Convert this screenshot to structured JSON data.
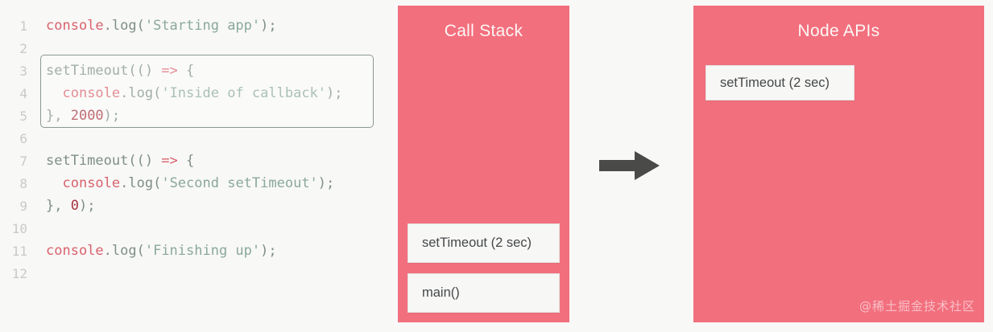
{
  "editor": {
    "lines": [
      {
        "number": "1",
        "tokens": [
          {
            "t": "console",
            "c": "tok-obj"
          },
          {
            "t": ".log(",
            "c": "tok-plain"
          },
          {
            "t": "'Starting app'",
            "c": "tok-str"
          },
          {
            "t": ");",
            "c": "tok-plain"
          }
        ]
      },
      {
        "number": "2",
        "tokens": []
      },
      {
        "number": "3",
        "tokens": [
          {
            "t": "setTimeout(() ",
            "c": "tok-plain"
          },
          {
            "t": "=>",
            "c": "tok-arrow"
          },
          {
            "t": " {",
            "c": "tok-plain"
          }
        ]
      },
      {
        "number": "4",
        "tokens": [
          {
            "t": "  ",
            "c": "tok-plain"
          },
          {
            "t": "console",
            "c": "tok-obj"
          },
          {
            "t": ".log(",
            "c": "tok-plain"
          },
          {
            "t": "'Inside of callback'",
            "c": "tok-str"
          },
          {
            "t": ");",
            "c": "tok-plain"
          }
        ]
      },
      {
        "number": "5",
        "tokens": [
          {
            "t": "}, ",
            "c": "tok-plain"
          },
          {
            "t": "2000",
            "c": "tok-num"
          },
          {
            "t": ");",
            "c": "tok-plain"
          }
        ]
      },
      {
        "number": "6",
        "tokens": []
      },
      {
        "number": "7",
        "tokens": [
          {
            "t": "setTimeout(() ",
            "c": "tok-plain"
          },
          {
            "t": "=>",
            "c": "tok-arrow"
          },
          {
            "t": " {",
            "c": "tok-plain"
          }
        ]
      },
      {
        "number": "8",
        "tokens": [
          {
            "t": "  ",
            "c": "tok-plain"
          },
          {
            "t": "console",
            "c": "tok-obj"
          },
          {
            "t": ".log(",
            "c": "tok-plain"
          },
          {
            "t": "'Second setTimeout'",
            "c": "tok-str"
          },
          {
            "t": ");",
            "c": "tok-plain"
          }
        ]
      },
      {
        "number": "9",
        "tokens": [
          {
            "t": "}, ",
            "c": "tok-plain"
          },
          {
            "t": "0",
            "c": "tok-num"
          },
          {
            "t": ");",
            "c": "tok-plain"
          }
        ]
      },
      {
        "number": "10",
        "tokens": []
      },
      {
        "number": "11",
        "tokens": [
          {
            "t": "console",
            "c": "tok-obj"
          },
          {
            "t": ".log(",
            "c": "tok-plain"
          },
          {
            "t": "'Finishing up'",
            "c": "tok-str"
          },
          {
            "t": ");",
            "c": "tok-plain"
          }
        ]
      },
      {
        "number": "12",
        "tokens": []
      }
    ],
    "highlight_lines": [
      3,
      4,
      5
    ]
  },
  "call_stack": {
    "title": "Call Stack",
    "frames": [
      {
        "label": "setTimeout (2 sec)"
      },
      {
        "label": "main()"
      }
    ]
  },
  "node_apis": {
    "title": "Node APIs",
    "frames": [
      {
        "label": "setTimeout (2 sec)"
      }
    ]
  },
  "arrow": {
    "direction": "right",
    "color": "#4a4a48"
  },
  "watermark": {
    "text": "@稀土掘金技术社区"
  },
  "colors": {
    "panel_bg": "#f26f7e",
    "page_bg": "#f8f8f7",
    "frame_bg": "#f7f7f5",
    "token_object": "#d9626b",
    "token_string": "#8aa89b",
    "token_number": "#a8343f",
    "token_plain": "#7f8f87",
    "line_number": "#c9c9c9"
  }
}
